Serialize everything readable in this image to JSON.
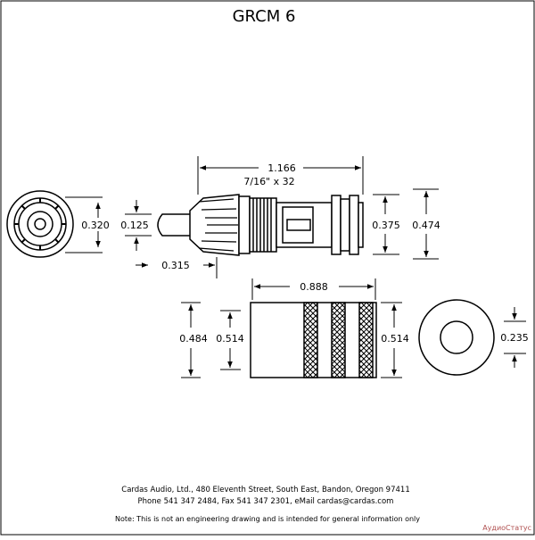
{
  "title": "GRCM 6",
  "dimensions": {
    "overall_length": "1.166",
    "thread": "7/16\" x 32",
    "face_diameter": "0.320",
    "pin_diameter": "0.125",
    "pin_length": "0.315",
    "body_diameter_small": "0.375",
    "body_diameter_large": "0.474",
    "sleeve_length": "0.888",
    "sleeve_outer_left": "0.484",
    "sleeve_inner_left": "0.514",
    "sleeve_diameter_right": "0.514",
    "sleeve_bore": "0.235"
  },
  "footer": {
    "address": "Cardas Audio, Ltd., 480 Eleventh Street, South East, Bandon, Oregon 97411",
    "contact": "Phone 541 347 2484, Fax 541 347 2301, eMail cardas@cardas.com",
    "note": "Note:  This is not an engineering drawing and is intended for general information only",
    "watermark": "АудиоСтатус"
  }
}
